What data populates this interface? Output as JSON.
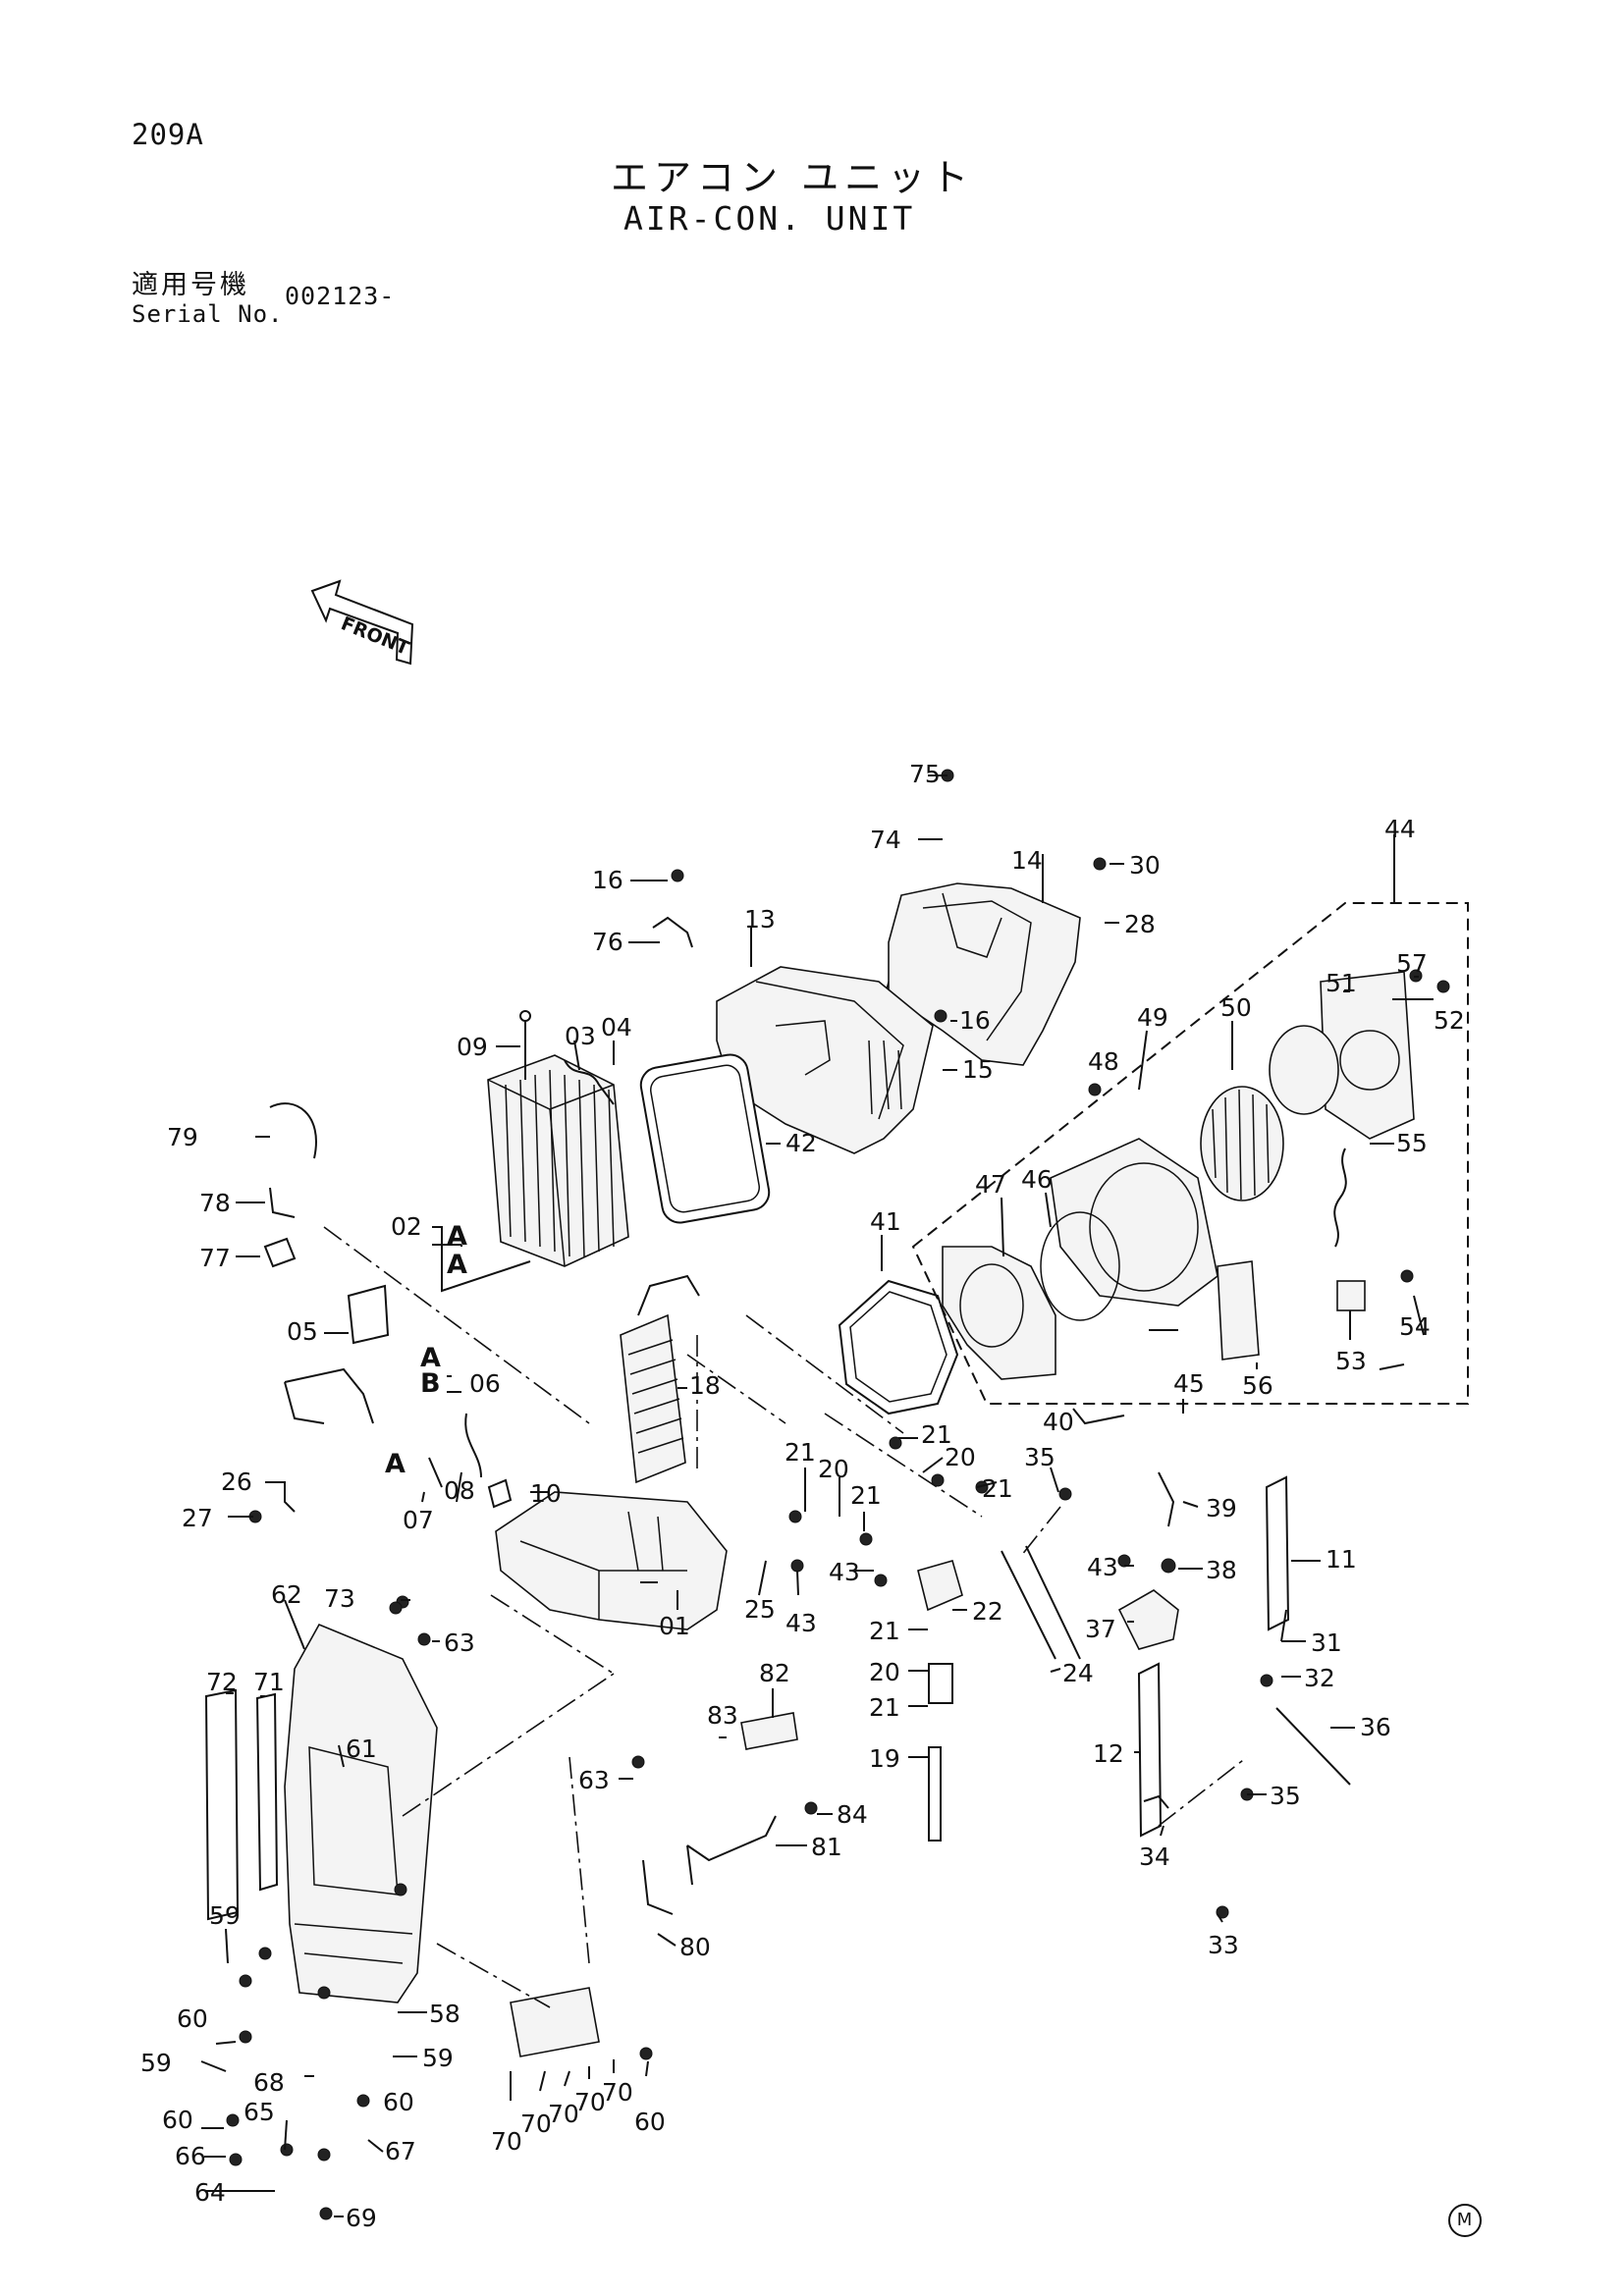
{
  "page_code": "209A",
  "title_jp": "エアコン ユニット",
  "title_en": "AIR-CON. UNIT",
  "serial_label_jp": "適用号機",
  "serial_label_en": "Serial No.",
  "serial_value": "002123-",
  "front_label": "FRONT",
  "corner_mark": "M",
  "callouts": {
    "c01": "01",
    "c02": "02",
    "c03": "03",
    "c04": "04",
    "c05": "05",
    "c06": "06",
    "c07": "07",
    "c08": "08",
    "c09": "09",
    "c10": "10",
    "c11": "11",
    "c12": "12",
    "c13": "13",
    "c14": "14",
    "c15": "15",
    "c16a": "16",
    "c16b": "16",
    "c18": "18",
    "c19": "19",
    "c20a": "20",
    "c20b": "20",
    "c20c": "20",
    "c21a": "21",
    "c21b": "21",
    "c21c": "21",
    "c21d": "21",
    "c21e": "21",
    "c21f": "21",
    "c22": "22",
    "c24": "24",
    "c25": "25",
    "c26": "26",
    "c27": "27",
    "c28": "28",
    "c30": "30",
    "c31": "31",
    "c32": "32",
    "c33": "33",
    "c34": "34",
    "c35a": "35",
    "c35b": "35",
    "c36": "36",
    "c37": "37",
    "c38": "38",
    "c39": "39",
    "c40": "40",
    "c41": "41",
    "c42": "42",
    "c43a": "43",
    "c43b": "43",
    "c43c": "43",
    "c44": "44",
    "c45": "45",
    "c46": "46",
    "c47": "47",
    "c48": "48",
    "c49": "49",
    "c50": "50",
    "c51": "51",
    "c52": "52",
    "c53": "53",
    "c54": "54",
    "c55": "55",
    "c56": "56",
    "c57": "57",
    "c58": "58",
    "c59a": "59",
    "c59b": "59",
    "c59c": "59",
    "c60a": "60",
    "c60b": "60",
    "c60c": "60",
    "c60d": "60",
    "c61": "61",
    "c62": "62",
    "c63a": "63",
    "c63b": "63",
    "c64": "64",
    "c65": "65",
    "c66": "66",
    "c67": "67",
    "c68": "68",
    "c69": "69",
    "c70a": "70",
    "c70b": "70",
    "c70c": "70",
    "c70d": "70",
    "c70e": "70",
    "c71": "71",
    "c72": "72",
    "c73": "73",
    "c74": "74",
    "c75": "75",
    "c76": "76",
    "c77": "77",
    "c78": "78",
    "c79": "79",
    "c80": "80",
    "c81": "81",
    "c82": "82",
    "c83": "83",
    "c84": "84",
    "cA1": "A",
    "cA2": "A",
    "cA3": "A",
    "cA4": "A",
    "cB": "B"
  }
}
